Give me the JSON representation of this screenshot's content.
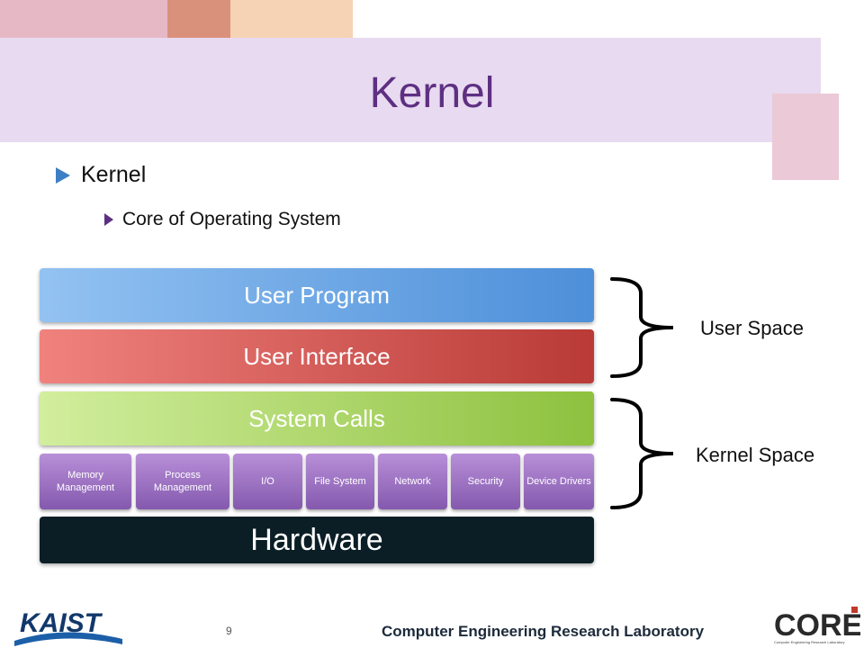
{
  "slide": {
    "title": "Kernel",
    "bullet_level1": "Kernel",
    "bullet_level2": "Core of Operating System"
  },
  "diagram": {
    "layers": {
      "user_program": "User Program",
      "user_interface": "User Interface",
      "system_calls": "System Calls",
      "hardware": "Hardware"
    },
    "modules": [
      "Memory Management",
      "Process Management",
      "I/O",
      "File System",
      "Network",
      "Security",
      "Device Drivers"
    ],
    "regions": {
      "user_space": "User Space",
      "kernel_space": "Kernel Space"
    }
  },
  "footer": {
    "lab_name": "Computer Engineering Research Laboratory",
    "page_number": "9",
    "left_logo": "KAIST",
    "right_logo": "CORE",
    "right_logo_caption": "Computer Engineering Research Laboratory"
  },
  "colors": {
    "title": "#5d2f82",
    "title_band": "#e8daf0",
    "user_program": "#4d8fd9",
    "user_interface": "#b93a36",
    "system_calls": "#8dc13e",
    "modules": "#8459ae",
    "hardware": "#0b1e26"
  }
}
